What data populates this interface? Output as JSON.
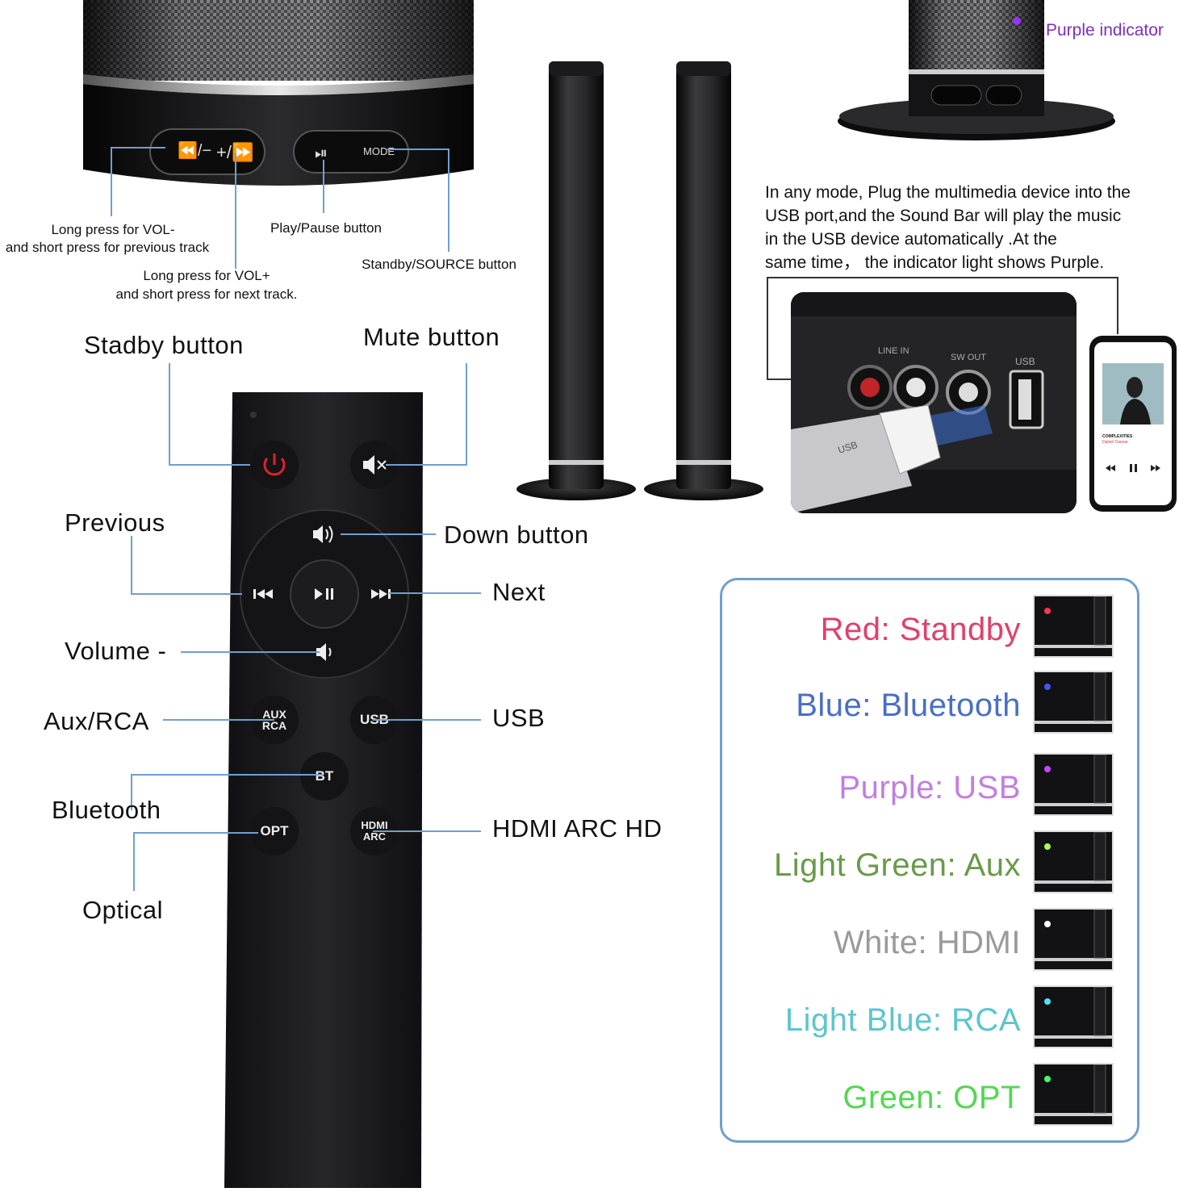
{
  "colors": {
    "accent_line": "#6f9fd0",
    "purple": "#7b2fbe",
    "device_black": "#1a1a1c"
  },
  "sound_bar_panel": {
    "buttons": [
      "⏪/−",
      "+/⏩",
      "⏯",
      "MODE"
    ],
    "labels": {
      "vol_minus_1": "Long press for VOL-",
      "vol_minus_2": "and short press for previous track",
      "vol_plus_1": "Long press for VOL+",
      "vol_plus_2": "and short press for next track.",
      "play_pause": "Play/Pause button",
      "source": "Standby/SOURCE button"
    }
  },
  "indicator": {
    "label": "Purple indicator"
  },
  "usb_info": {
    "line1": "In any mode, Plug the multimedia device into the",
    "line2": "USB port,and the Sound Bar will play the music",
    "line3": "in the USB device automatically .At the",
    "line4": "same time， the indicator light shows Purple.",
    "ports": [
      "LINE IN",
      "SW OUT",
      "USB"
    ],
    "stick_label": "USB",
    "phone_track": "COMPLEXITIES",
    "phone_artist": "Daniel Caesar"
  },
  "remote": {
    "buttons": {
      "aux": "AUX\nRCA",
      "usb": "USB",
      "bt": "BT",
      "opt": "OPT",
      "hdmi": "HDMI\nARC"
    },
    "labels": {
      "standby": "Stadby button",
      "mute": "Mute button",
      "previous": "Previous",
      "down": "Down button",
      "next": "Next",
      "volume_minus": "Volume -",
      "aux_rca": "Aux/RCA",
      "usb": "USB",
      "bluetooth": "Bluetooth",
      "hdmi": "HDMI ARC HD",
      "optical": "Optical"
    }
  },
  "legend": [
    {
      "text": "Red: Standby",
      "color": "#e0406a",
      "led": "#ff3355"
    },
    {
      "text": "Blue: Bluetooth",
      "color": "#4a6fc4",
      "led": "#4455ff"
    },
    {
      "text": "Purple: USB",
      "color": "#c27ee0",
      "led": "#cc44ff"
    },
    {
      "text": "Light Green: Aux",
      "color": "#6a9a4a",
      "led": "#aaff55"
    },
    {
      "text": "White: HDMI",
      "color": "#9a9a9a",
      "led": "#ffffff"
    },
    {
      "text": "Light Blue: RCA",
      "color": "#5cc6cc",
      "led": "#55ddff"
    },
    {
      "text": "Green: OPT",
      "color": "#52d852",
      "led": "#44ff66"
    }
  ]
}
